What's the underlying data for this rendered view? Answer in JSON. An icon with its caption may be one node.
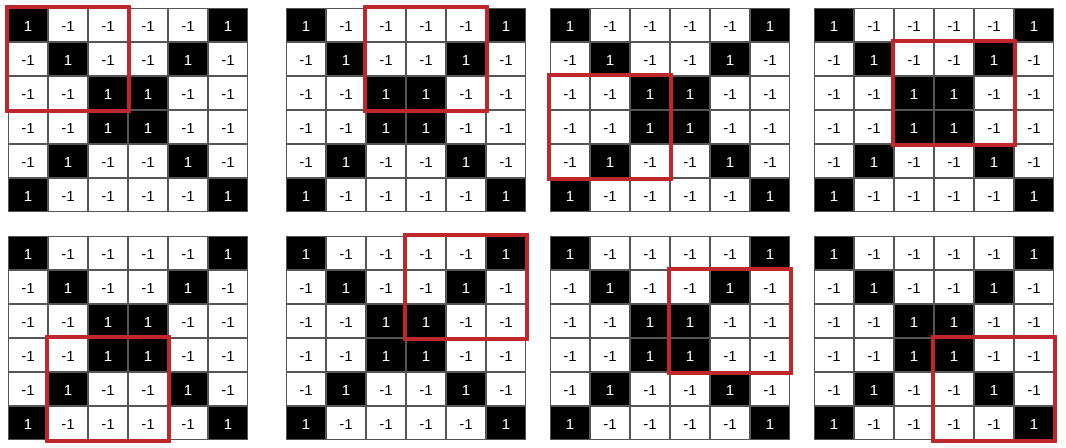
{
  "diagram": {
    "labels": [
      "1",
      "-1",
      "-1",
      "-1",
      "-1",
      "1",
      "-1",
      "1",
      "-1",
      "-1",
      "1",
      "-1",
      "-1",
      "-1",
      "1",
      "1",
      "-1",
      "-1",
      "-1",
      "-1",
      "1",
      "1",
      "-1",
      "-1",
      "-1",
      "1",
      "-1",
      "-1",
      "1",
      "-1",
      "1",
      "-1",
      "-1",
      "-1",
      "-1",
      "1",
      "1",
      "-1",
      "-1",
      "-1",
      "-1",
      "1",
      "-1",
      "1",
      "-1",
      "-1",
      "1",
      "-1",
      "-1",
      "-1",
      "1",
      "1",
      "-1",
      "-1",
      "-1",
      "-1",
      "1",
      "1",
      "-1",
      "-1",
      "-1",
      "1",
      "-1",
      "-1",
      "1",
      "-1",
      "1",
      "-1",
      "-1",
      "-1",
      "-1",
      "1",
      "1",
      "-1",
      "-1",
      "-1",
      "-1",
      "1",
      "-1",
      "1",
      "-1",
      "-1",
      "1",
      "-1",
      "-1",
      "-1",
      "1",
      "1",
      "-1",
      "-1",
      "-1",
      "-1",
      "1",
      "1",
      "-1",
      "-1",
      "-1",
      "1",
      "-1",
      "-1",
      "1",
      "-1",
      "1",
      "-1",
      "-1",
      "-1",
      "-1",
      "1",
      "1",
      "-1",
      "-1",
      "-1",
      "-1",
      "1",
      "-1",
      "1",
      "-1",
      "-1",
      "1",
      "-1",
      "-1",
      "-1",
      "1",
      "1",
      "-1",
      "-1",
      "-1",
      "-1",
      "1",
      "1",
      "-1",
      "-1",
      "-1",
      "1",
      "-1",
      "-1",
      "1",
      "-1",
      "1",
      "-1",
      "-1",
      "-1",
      "-1",
      "1",
      "1",
      "-1",
      "-1",
      "-1",
      "-1",
      "1",
      "-1",
      "1",
      "-1",
      "-1",
      "1",
      "-1",
      "-1",
      "-1",
      "1",
      "1",
      "-1",
      "-1",
      "-1",
      "-1",
      "1",
      "1",
      "-1",
      "-1",
      "-1",
      "1",
      "-1",
      "-1",
      "1",
      "-1",
      "1",
      "-1",
      "-1",
      "-1",
      "-1",
      "1",
      "1",
      "-1",
      "-1",
      "-1",
      "-1",
      "1",
      "-1",
      "1",
      "-1",
      "-1",
      "1",
      "-1",
      "-1",
      "-1",
      "1",
      "1",
      "-1",
      "-1",
      "-1",
      "-1",
      "1",
      "1",
      "-1",
      "-1",
      "-1",
      "1",
      "-1",
      "-1",
      "1",
      "-1",
      "1",
      "-1",
      "-1",
      "-1",
      "-1",
      "1",
      "1",
      "-1",
      "-1",
      "-1",
      "-1",
      "1",
      "-1",
      "1",
      "-1",
      "-1",
      "1",
      "-1",
      "-1",
      "-1",
      "1",
      "1",
      "-1",
      "-1",
      "-1",
      "-1",
      "1",
      "1",
      "-1",
      "-1",
      "-1",
      "1",
      "-1",
      "-1",
      "1",
      "-1",
      "1",
      "-1",
      "-1",
      "-1",
      "-1",
      "1",
      "1",
      "-1",
      "-1",
      "-1",
      "-1",
      "1",
      "-1",
      "1",
      "-1",
      "-1",
      "1",
      "-1",
      "-1",
      "-1",
      "1",
      "1",
      "-1",
      "-1",
      "-1",
      "-1",
      "1",
      "1",
      "-1",
      "-1",
      "-1",
      "1",
      "-1",
      "-1",
      "1",
      "-1",
      "1",
      "-1",
      "-1",
      "-1",
      "-1",
      "1"
    ]
  }
}
